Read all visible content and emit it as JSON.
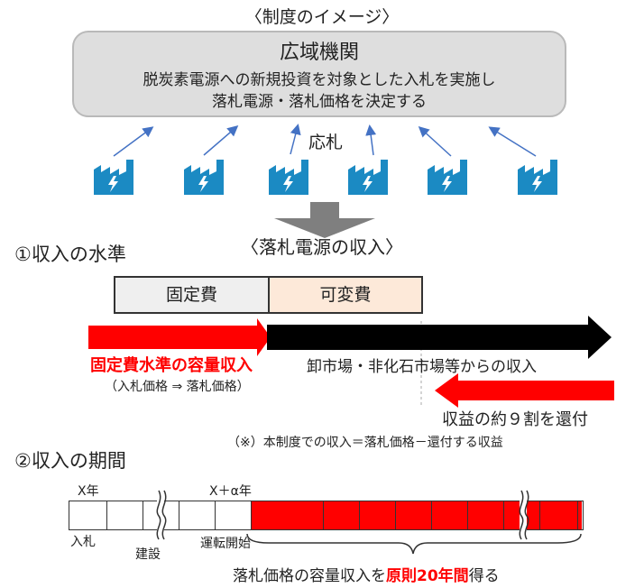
{
  "title": "〈制度のイメージ〉",
  "org": {
    "name": "広域機関",
    "desc1": "脱炭素電源への新規投資を対象とした入札を実施し",
    "desc2": "落札電源・落札価格を決定する"
  },
  "bid_label": "応札",
  "factory_icon": "factory-lightning-icon",
  "colors": {
    "factory": "#1b8ac3",
    "red": "#ff0000",
    "black": "#000000",
    "arrow_blue": "#4472c4",
    "variable": "#fde9d9",
    "fixed": "#efefef"
  },
  "income_heading": "〈落札電源の収入〉",
  "section1": {
    "heading": "①収入の水準",
    "fixed_cost": "固定費",
    "variable_cost": "可変費",
    "capacity_income": "固定費水準の容量収入",
    "capacity_note": "（入札価格 ⇒ 落札価格）",
    "market_income": "卸市場・非化石市場等からの収入",
    "refund": "収益の約９割を還付",
    "footnote": "（※）本制度での収入＝落札価格－還付する収益"
  },
  "section2": {
    "heading": "②収入の期間",
    "x_year": "X年",
    "x_alpha_year": "X＋α年",
    "bid_label": "入札",
    "construction_label": "建設",
    "operation_label": "運転開始",
    "summary_prefix": "落札価格の容量収入を",
    "summary_highlight": "原則20年間",
    "summary_suffix": "得る"
  }
}
